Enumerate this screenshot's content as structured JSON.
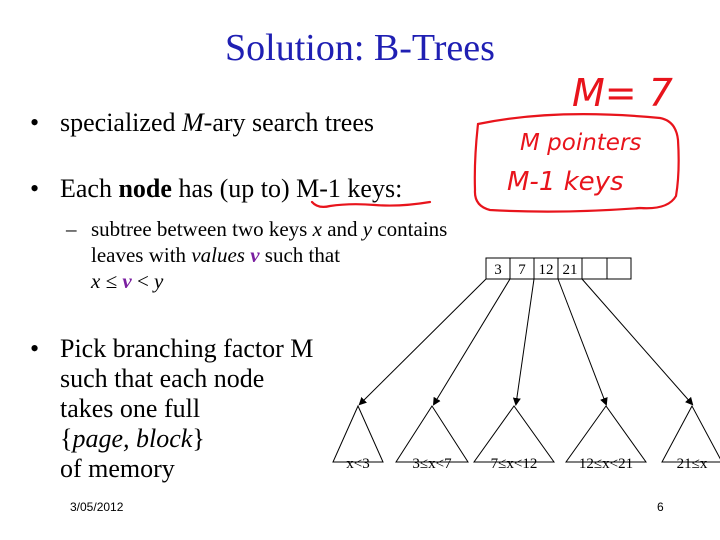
{
  "slide": {
    "title": "Solution: B-Trees",
    "bullets": [
      {
        "pre": "specialized ",
        "em": "M",
        "post": "-ary search trees"
      },
      {
        "pre": "Each ",
        "bold": "node",
        "post": " has (up to) M-1 keys:"
      },
      {
        "lines": [
          "Pick branching factor M",
          "such that each node",
          "takes one full"
        ],
        "line4_pre": "{",
        "line4_em": "page, block",
        "line4_post": "}",
        "line5": "of memory"
      }
    ],
    "sub": {
      "line1_pre": "subtree between two keys ",
      "line1_x": "x",
      "line1_mid": " and ",
      "line1_y": "y",
      "line1_post": " contains",
      "line2_pre": "leaves with ",
      "line2_em": "values",
      "line2_v": " v",
      "line2_post": " such that",
      "line3_x": "x",
      "line3_le": " ≤ ",
      "line3_v": "v",
      "line3_lt": " < ",
      "line3_y": "y"
    },
    "footer_date": "3/05/2012",
    "page_number": "6"
  },
  "handwriting": {
    "m_equals": "M= 7",
    "box_line1": "M pointers",
    "box_line2": "M-1 keys",
    "color": "#e8141c"
  },
  "tree": {
    "root_keys": [
      "3",
      "7",
      "12",
      "21",
      "",
      ""
    ],
    "leaves": [
      "x<3",
      "3≤x<7",
      "7≤x<12",
      "12≤x<21",
      "21≤x"
    ]
  }
}
